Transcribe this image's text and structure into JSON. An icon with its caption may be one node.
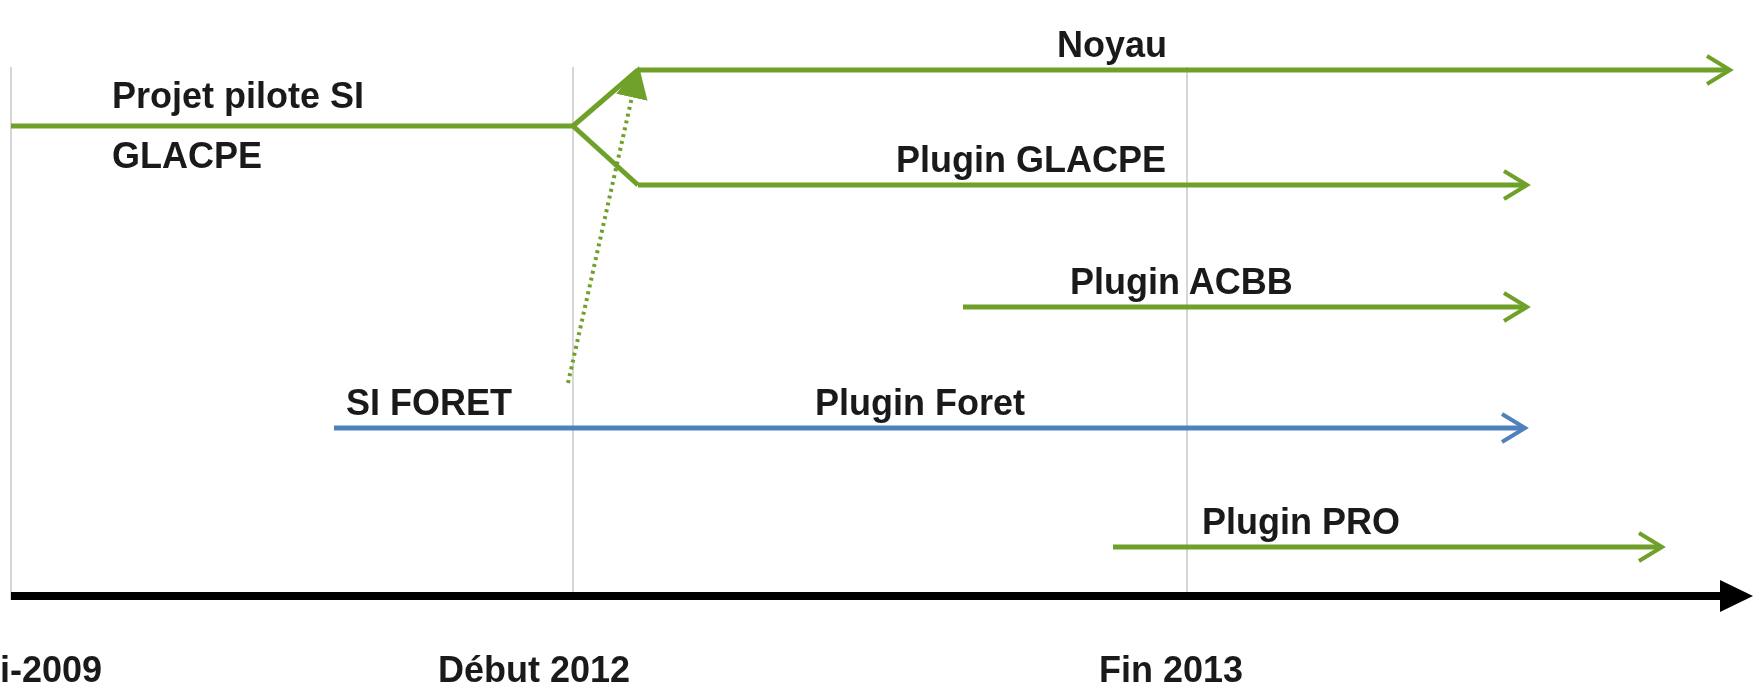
{
  "diagram": {
    "nodes": [
      {
        "text": [
          "Projet pilote SI GLACPE"
        ]
      },
      {
        "text": [
          "Noyau"
        ]
      },
      {
        "text": [
          "Plugin GLACPE"
        ]
      },
      {
        "text": [
          "Plugin ACBB"
        ]
      },
      {
        "text": [
          "SI FORET"
        ]
      },
      {
        "text": [
          "Plugin Foret"
        ]
      },
      {
        "text": [
          "Plugin PRO"
        ]
      }
    ],
    "edges": [
      {
        "from": 0,
        "to": 1,
        "arrow": "none"
      },
      {
        "from": 0,
        "to": 2,
        "arrow": "none"
      },
      {
        "from": 4,
        "to": 1,
        "arrow": "to",
        "style": "dashed"
      }
    ],
    "labels": [
      "i-2009",
      "Début 2012",
      "Fin 2013"
    ]
  }
}
